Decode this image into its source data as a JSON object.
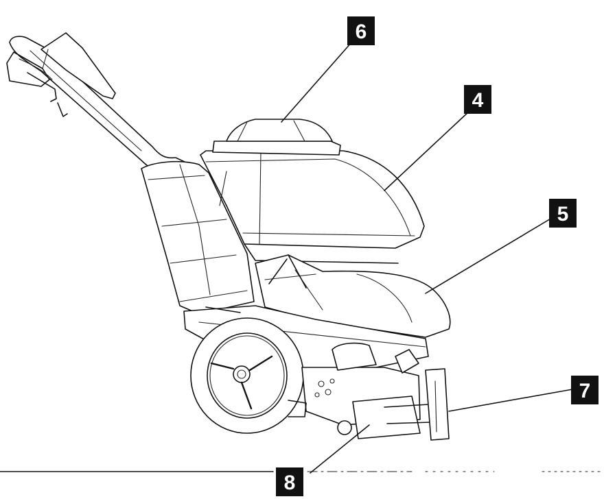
{
  "callouts": [
    {
      "id": "callout-4",
      "label": "4"
    },
    {
      "id": "callout-5",
      "label": "5"
    },
    {
      "id": "callout-6",
      "label": "6"
    },
    {
      "id": "callout-7",
      "label": "7"
    },
    {
      "id": "callout-8",
      "label": "8"
    }
  ],
  "colors": {
    "line": "#111111",
    "callout_box": "#111111",
    "callout_text": "#ffffff",
    "background": "#ffffff"
  }
}
